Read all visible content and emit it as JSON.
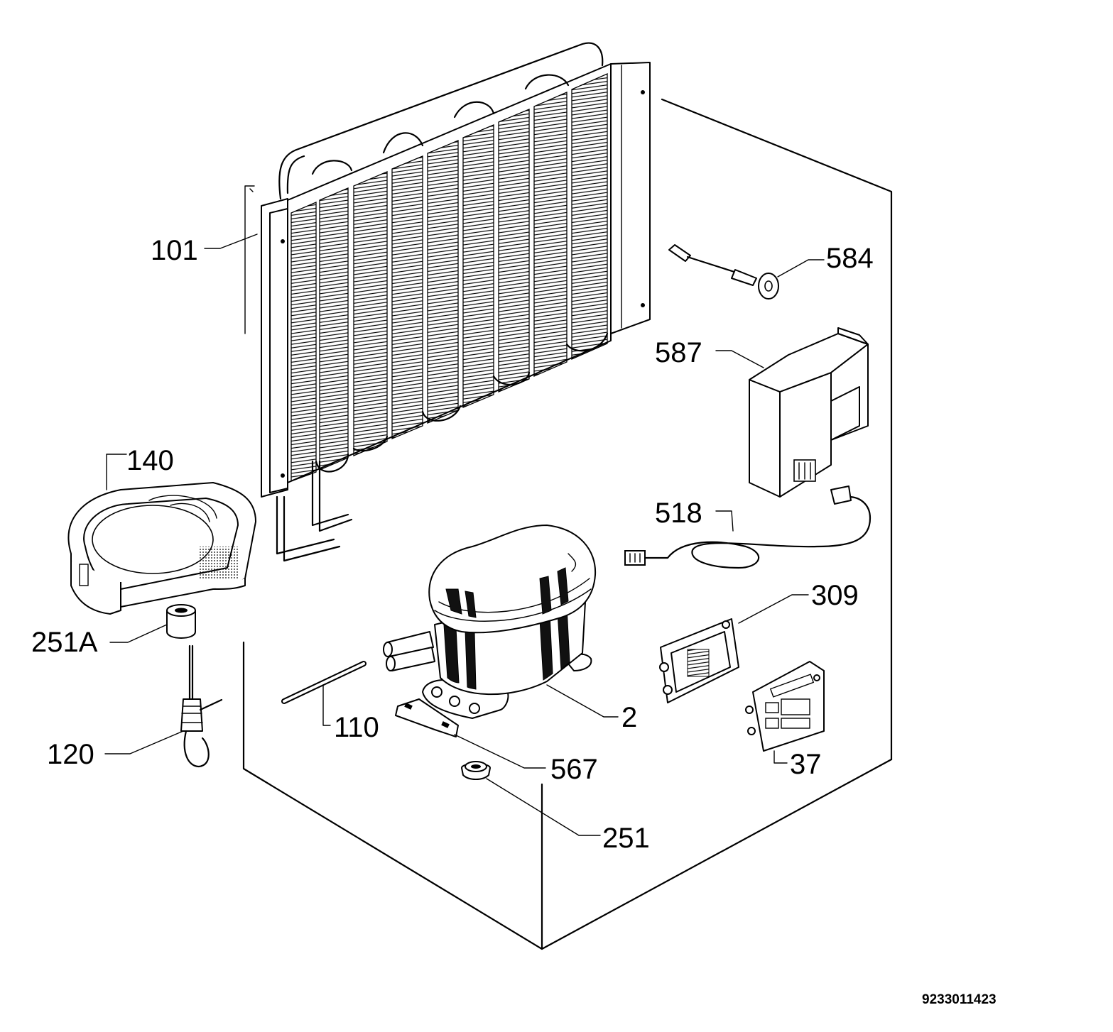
{
  "labels": {
    "p101": "101",
    "p140": "140",
    "p251a": "251A",
    "p120": "120",
    "p110": "110",
    "p2": "2",
    "p567": "567",
    "p251": "251",
    "p584": "584",
    "p587": "587",
    "p518": "518",
    "p309": "309",
    "p37": "37"
  },
  "reference_number": "9233011423"
}
